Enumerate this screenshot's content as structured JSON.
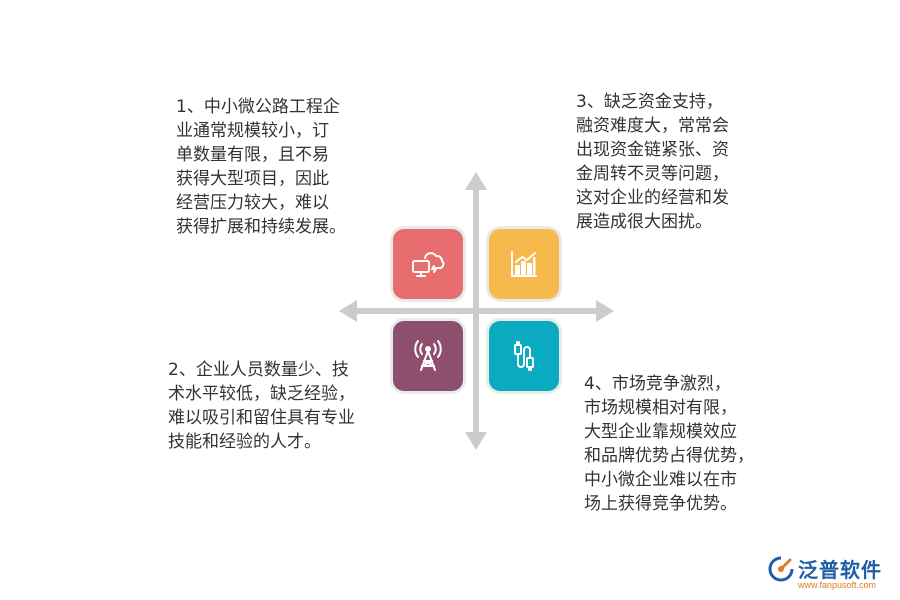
{
  "items": [
    {
      "lines": [
        "1、中小微公路工程企",
        "业通常规模较小，订",
        "单数量有限，且不易",
        "获得大型项目，因此",
        "经营压力较大，难以",
        "获得扩展和持续发展。"
      ]
    },
    {
      "lines": [
        "2、企业人员数量少、技",
        "术水平较低，缺乏经验，",
        "难以吸引和留住具有专业",
        "技能和经验的人才。"
      ]
    },
    {
      "lines": [
        "3、缺乏资金支持，",
        "融资难度大，常常会",
        "出现资金链紧张、资",
        "金周转不灵等问题，",
        "这对企业的经营和发",
        "展造成很大困扰。"
      ]
    },
    {
      "lines": [
        "4、市场竞争激烈，",
        "市场规模相对有限，",
        "大型企业靠规模效应",
        "和品牌优势占得优势，",
        "中小微企业难以在市",
        "场上获得竞争优势。"
      ]
    }
  ],
  "tiles": [
    {
      "icon": "cloud-computer-icon",
      "color": "#e76d6e"
    },
    {
      "icon": "bar-chart-icon",
      "color": "#f7b84c"
    },
    {
      "icon": "signal-tower-icon",
      "color": "#8e4e6d"
    },
    {
      "icon": "cable-plug-icon",
      "color": "#0aabc0"
    }
  ],
  "axis_color": "#cccccc",
  "logo": {
    "name": "泛普软件",
    "url": "www.fanpusoft.com"
  }
}
